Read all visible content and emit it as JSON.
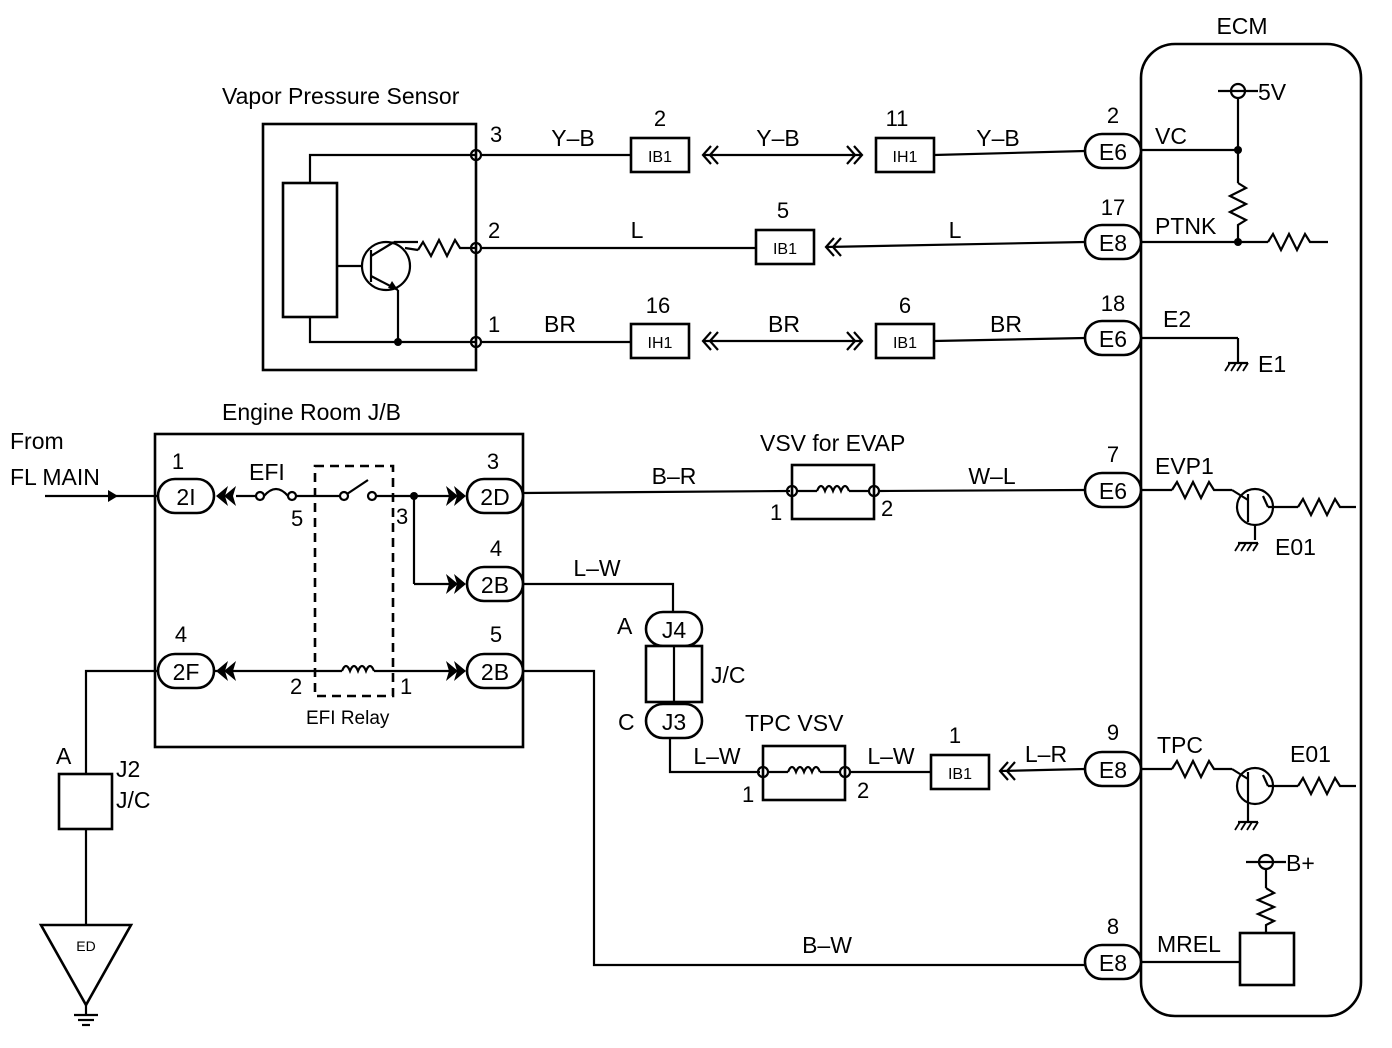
{
  "ecm": {
    "title": "ECM",
    "terminals": {
      "vc": "VC",
      "ptnk": "PTNK",
      "e2": "E2",
      "e1": "E1",
      "evp1": "EVP1",
      "e01_a": "E01",
      "tpc": "TPC",
      "e01_b": "E01",
      "mrel": "MREL"
    },
    "supply_5v": "5V",
    "supply_bplus": "B+",
    "connectors": [
      {
        "pin": "2",
        "name": "E6"
      },
      {
        "pin": "17",
        "name": "E8"
      },
      {
        "pin": "18",
        "name": "E6"
      },
      {
        "pin": "7",
        "name": "E6"
      },
      {
        "pin": "9",
        "name": "E8"
      },
      {
        "pin": "8",
        "name": "E8"
      }
    ]
  },
  "sensor": {
    "title": "Vapor Pressure Sensor",
    "pins": [
      "3",
      "2",
      "1"
    ]
  },
  "junction_block": {
    "title": "Engine Room J/B",
    "from_label_1": "From",
    "from_label_2": "FL MAIN",
    "fuse": "EFI",
    "relay": "EFI Relay",
    "relay_pins": {
      "p5": "5",
      "p3": "3",
      "p2": "2",
      "p1": "1"
    },
    "connectors": [
      {
        "pin": "1",
        "name": "2I"
      },
      {
        "pin": "3",
        "name": "2D"
      },
      {
        "pin": "4",
        "name": "2B"
      },
      {
        "pin": "4",
        "name": "2F"
      },
      {
        "pin": "5",
        "name": "2B"
      }
    ]
  },
  "inline_connectors": [
    {
      "pin": "2",
      "name": "IB1"
    },
    {
      "pin": "11",
      "name": "IH1"
    },
    {
      "pin": "5",
      "name": "IB1"
    },
    {
      "pin": "16",
      "name": "IH1"
    },
    {
      "pin": "6",
      "name": "IB1"
    },
    {
      "pin": "1",
      "name": "IB1"
    }
  ],
  "wires": {
    "yb": "Y–B",
    "l": "L",
    "br": "BR",
    "br_label": "B–R",
    "wl": "W–L",
    "lw": "L–W",
    "lr": "L–R",
    "bw": "B–W"
  },
  "vsv_evap": {
    "title": "VSV for EVAP",
    "pin1": "1",
    "pin2": "2"
  },
  "tpc_vsv": {
    "title": "TPC VSV",
    "pin1": "1",
    "pin2": "2"
  },
  "jc_j4_j3": {
    "j4": "J4",
    "j3": "J3",
    "a": "A",
    "c": "C",
    "label": "J/C"
  },
  "jc_j2": {
    "a": "A",
    "j2": "J2",
    "label": "J/C"
  },
  "ground": {
    "name": "ED"
  }
}
